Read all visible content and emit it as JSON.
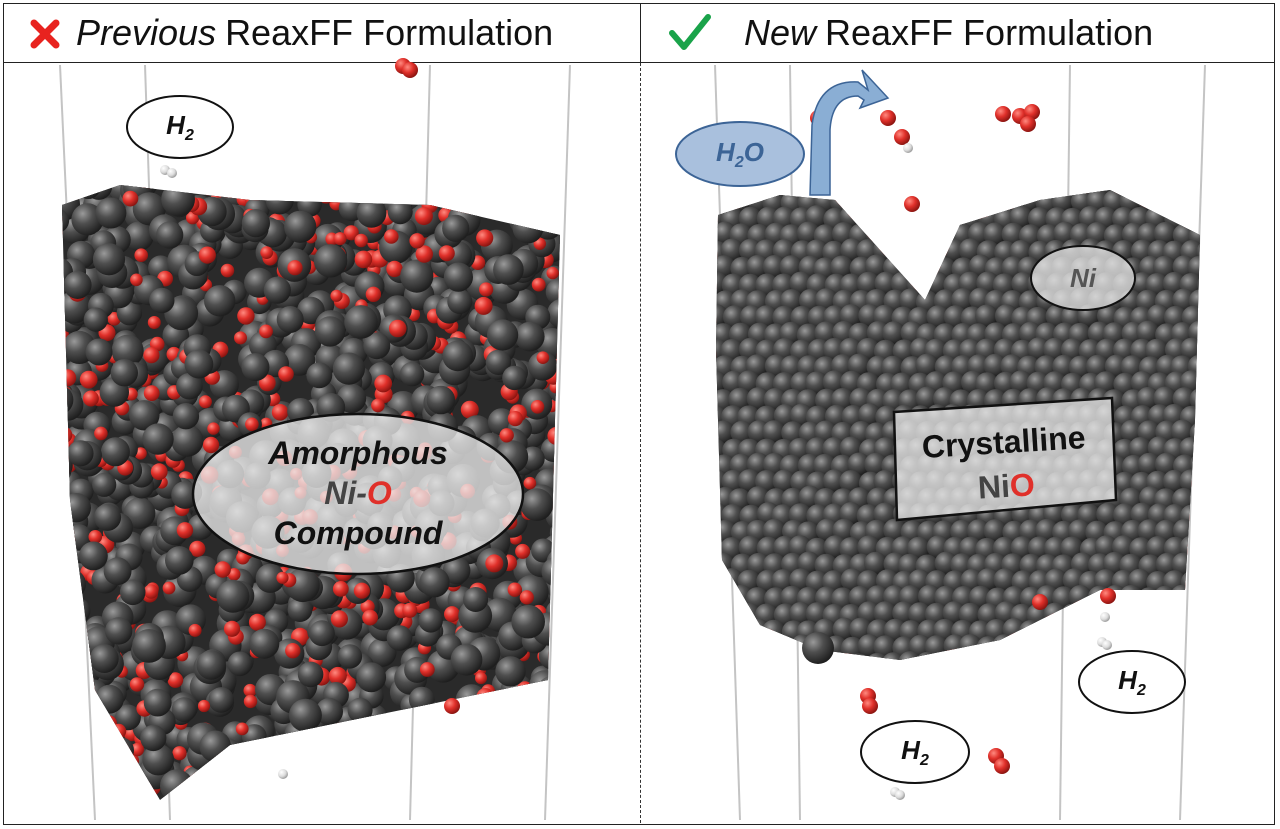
{
  "left_panel": {
    "header": {
      "italic": "Previous",
      "text": "ReaxFF Formulation",
      "mark": "red-cross-icon"
    },
    "labels": {
      "h2": {
        "base": "H",
        "sub": "2"
      },
      "material": {
        "line1": "Amorphous",
        "line2_ni": "Ni-",
        "line2_o": "O",
        "line3": "Compound"
      }
    }
  },
  "right_panel": {
    "header": {
      "italic": "New",
      "text": "ReaxFF Formulation",
      "mark": "green-check-icon"
    },
    "labels": {
      "h2o": {
        "base": "H",
        "sub": "2",
        "tail": "O"
      },
      "ni": "Ni",
      "material": {
        "line1": "Crystalline",
        "line2_ni": "Ni",
        "line2_o": "O"
      },
      "h2_a": {
        "base": "H",
        "sub": "2"
      },
      "h2_b": {
        "base": "H",
        "sub": "2"
      }
    }
  },
  "colors": {
    "nickel": "#4a4a4a",
    "oxygen": "#e0302a",
    "hydrogen": "#e6e6e6",
    "cross": "#e8231f",
    "check": "#1aa34a",
    "h2o_fill": "#a9c0dd",
    "h2o_text": "#3c6496",
    "arrow": "#8aaed4"
  }
}
